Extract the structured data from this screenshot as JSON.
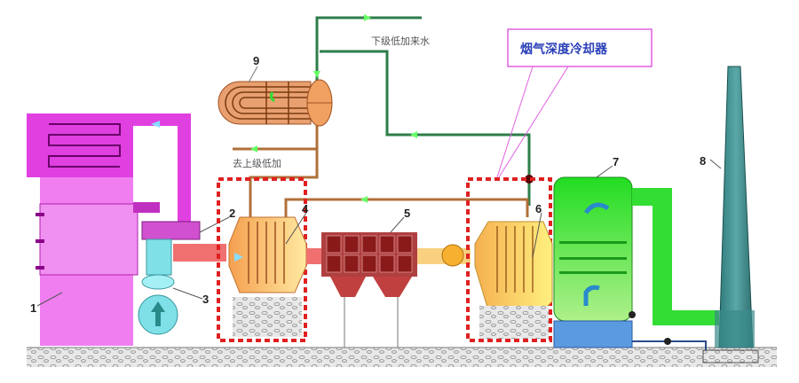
{
  "labels": {
    "boiler": "1",
    "air_preheater": "2",
    "fan": "3",
    "cooler_a": "4",
    "precipitator": "5",
    "cooler_b": "6",
    "scrubber": "7",
    "stack": "8",
    "heater": "9"
  },
  "annotations": {
    "inlet_water": "下级低加来水",
    "outlet_water": "去上级低加",
    "callout_title": "烟气深度冷却器"
  },
  "colors": {
    "boiler": "#e040e0",
    "fan": "#7fe0e8",
    "cooler": "#f5b060",
    "precipitator": "#8a1a1a",
    "scrubber": "#33dd33",
    "stack": "#3a8a8a",
    "water_pipe": "#2e7d4a",
    "brown_pipe": "#b0703a",
    "dashed_box": "#e02020",
    "callout": "#e060e0"
  }
}
